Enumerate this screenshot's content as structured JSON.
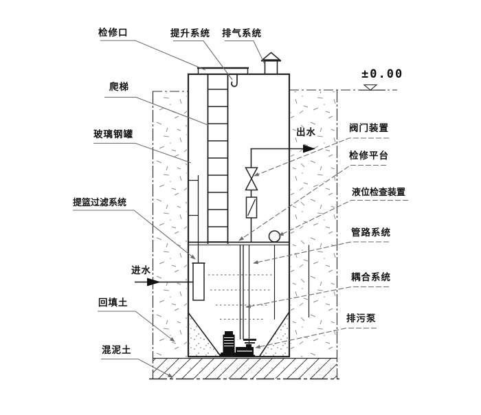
{
  "diagram": {
    "type": "integrated-prefabricated-pump-station-section",
    "elevation_marker": "±0.00",
    "labels": {
      "inspection_port": "检修口",
      "lifting_system": "提升系统",
      "exhaust_system": "排气系统",
      "ladder": "爬梯",
      "frp_tank": "玻璃钢罐",
      "basket_filter_system": "提篮过滤系统",
      "water_inlet": "进水",
      "backfill_soil": "回填土",
      "concrete": "混泥土",
      "water_outlet": "出水",
      "valve_device": "阀门装置",
      "service_platform": "检修平台",
      "liquid_level_check_device": "液位检查装置",
      "piping_system": "管路系统",
      "coupling_system": "耦合系统",
      "sewage_pump": "排污泵"
    }
  },
  "colors": {
    "line": "#262626",
    "leader": "#6b6b6b",
    "texture": "#8a8a8a",
    "background": "#ffffff"
  }
}
